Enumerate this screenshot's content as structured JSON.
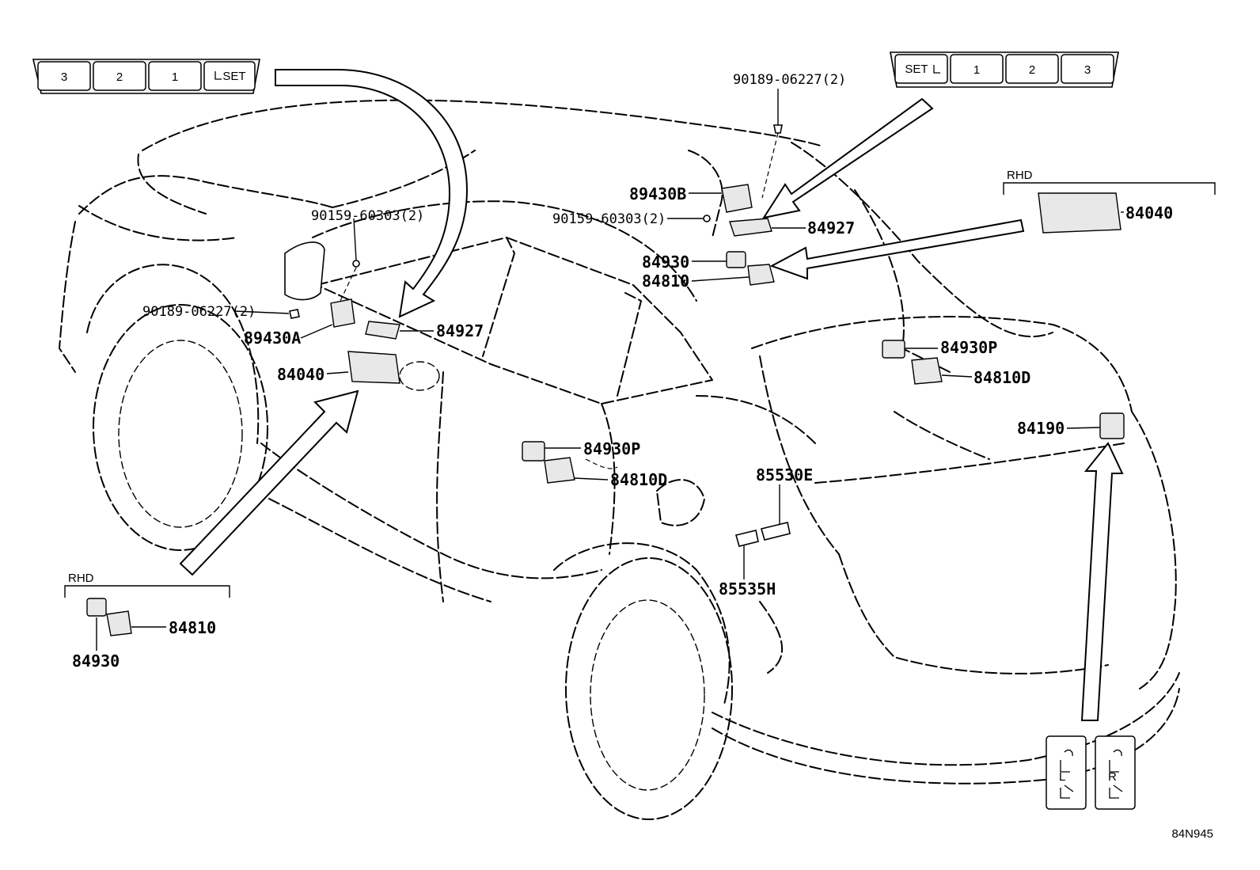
{
  "diagram_code": "84N945",
  "region_labels": {
    "rhd_lower_left": "RHD",
    "rhd_upper_right": "RHD"
  },
  "memory_buttons_left": [
    "3",
    "2",
    "1",
    "SET"
  ],
  "memory_buttons_right": [
    "SET",
    "1",
    "2",
    "3"
  ],
  "seat_switch_labels": {
    "left": "L",
    "right": "R"
  },
  "parts": {
    "p_90189_top": "90189-06227(2)",
    "p_89430B": "89430B",
    "p_90159_right": "90159-60303(2)",
    "p_84927_right": "84927",
    "p_84930_right": "84930",
    "p_84810_right": "84810",
    "p_84040_rhd": "84040",
    "p_90159_left": "90159-60303(2)",
    "p_90189_left": "90189-06227(2)",
    "p_89430A": "89430A",
    "p_84927_left": "84927",
    "p_84040_left": "84040",
    "p_84930P_right": "84930P",
    "p_84810D_right": "84810D",
    "p_84190": "84190",
    "p_84930P_mid": "84930P",
    "p_84810D_mid": "84810D",
    "p_85530E": "85530E",
    "p_85535H": "85535H",
    "p_84810_rhd": "84810",
    "p_84930_rhd": "84930"
  }
}
